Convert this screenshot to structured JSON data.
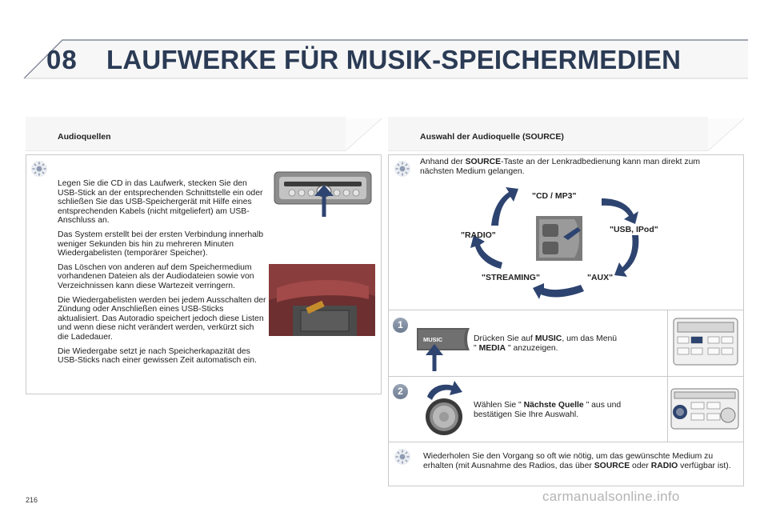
{
  "chapter": {
    "number": "08",
    "title": "LAUFWERKE FÜR MUSIK-SPEICHERMEDIEN"
  },
  "left_panel": {
    "heading": "Audioquellen",
    "paragraphs": [
      "Legen Sie die CD in das Laufwerk, stecken Sie den USB-Stick an der entsprechenden Schnittstelle ein oder schließen Sie das USB-Speichergerät mit Hilfe eines entsprechenden Kabels (nicht mitgeliefert) am USB-Anschluss an.",
      "Das System erstellt bei der ersten Verbindung innerhalb weniger Sekunden bis hin zu mehreren Minuten Wiedergabelisten (temporärer Speicher).",
      "Das Löschen von anderen auf dem Speichermedium vorhandenen Dateien als der Audiodateien sowie von Verzeichnissen kann diese Wartezeit verringern.",
      "Die Wiedergabelisten werden bei jedem Ausschalten der Zündung oder Anschließen eines USB-Sticks aktualisiert. Das Autoradio speichert jedoch diese Listen und wenn diese nicht verändert werden, verkürzt sich die Ladedauer.",
      "Die Wiedergabe setzt je nach Speicherkapazität des USB-Sticks nach einer gewissen Zeit automatisch ein."
    ]
  },
  "right_panel": {
    "heading": "Auswahl der Audioquelle (SOURCE)",
    "intro_pre": "Anhand der ",
    "intro_bold": "SOURCE",
    "intro_post": "-Taste an der Lenkradbedienung kann man direkt zum nächsten Medium gelangen.",
    "sources": {
      "cd": "\"CD / MP3\"",
      "usb": "\"USB, IPod\"",
      "aux": "\"AUX\"",
      "streaming": "\"STREAMING\"",
      "radio": "\"RADIO\""
    },
    "step1": {
      "badge": "1",
      "button_label": "MUSIC",
      "t1": "Drücken Sie auf ",
      "b1": "MUSIC",
      "t2": ", um das Menü",
      "t3": "\" ",
      "b2": "MEDIA",
      "t4": " \" anzuzeigen."
    },
    "step2": {
      "badge": "2",
      "t1": "Wählen Sie \" ",
      "b1": "Nächste Quelle",
      "t2": " \" aus und",
      "t3": "bestätigen Sie Ihre Auswahl."
    },
    "final": {
      "t1": "Wiederholen Sie den Vorgang so oft wie nötig, um das gewünschte Medium zu erhalten (mit Ausnahme des Radios, das über ",
      "b1": "SOURCE",
      "t2": " oder ",
      "b2": "RADIO",
      "t3": " verfügbar ist)."
    }
  },
  "footer": {
    "page_number": "216",
    "watermark": "carmanualsonline.info"
  },
  "colors": {
    "title": "#2b3b55",
    "arrow": "#2e4470",
    "border": "#c9c9c9"
  }
}
